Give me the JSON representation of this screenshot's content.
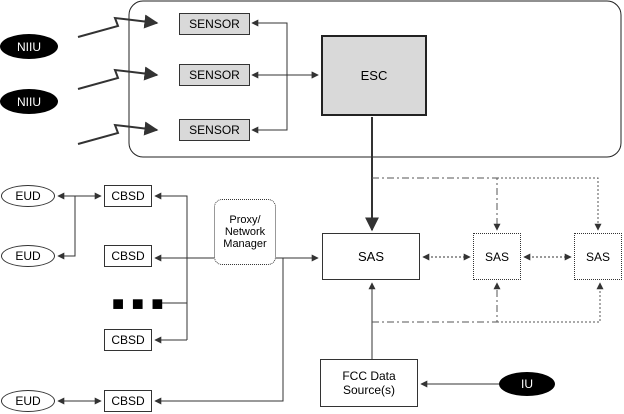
{
  "diagram": {
    "sensors": [
      "SENSOR",
      "SENSOR",
      "SENSOR"
    ],
    "esc": "ESC",
    "niiu": [
      "NIIU",
      "NIIU"
    ],
    "eud": [
      "EUD",
      "EUD",
      "EUD"
    ],
    "cbsd": [
      "CBSD",
      "CBSD",
      "CBSD",
      "CBSD"
    ],
    "ellipsis": "■ ■ ■",
    "proxy": "Proxy/\nNetwork\nManager",
    "sas": [
      "SAS",
      "SAS",
      "SAS"
    ],
    "fcc": "FCC Data\nSource(s)",
    "iu": "IU"
  }
}
